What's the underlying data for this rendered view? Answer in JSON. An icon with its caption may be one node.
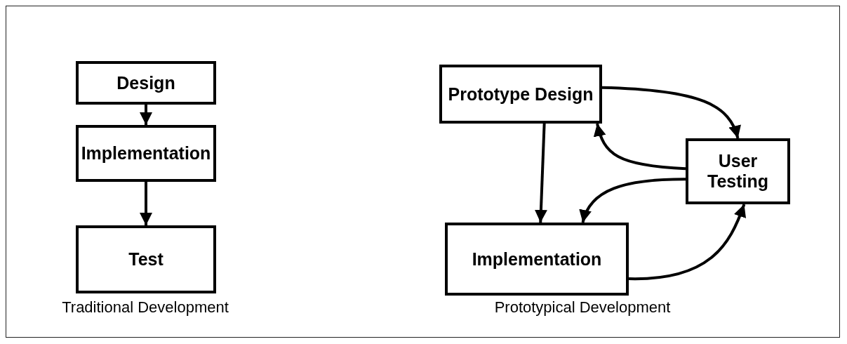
{
  "diagram": {
    "nodes": [
      {
        "text": [
          "Design"
        ]
      },
      {
        "text": [
          "Implementation"
        ]
      },
      {
        "text": [
          "Test"
        ]
      },
      {
        "text": [
          "Prototype Design"
        ]
      },
      {
        "text": [
          "User Testing"
        ]
      },
      {
        "text": [
          "Implementation"
        ]
      }
    ],
    "edges": [
      {
        "from": 0,
        "to": 1,
        "arrow": "to"
      },
      {
        "from": 1,
        "to": 2,
        "arrow": "to"
      },
      {
        "from": 3,
        "to": 4,
        "arrow": "to"
      },
      {
        "from": 4,
        "to": 3,
        "arrow": "to"
      },
      {
        "from": 4,
        "to": 5,
        "arrow": "to"
      },
      {
        "from": 3,
        "to": 5,
        "arrow": "to"
      },
      {
        "from": 5,
        "to": 4,
        "arrow": "to"
      }
    ],
    "labels": [
      "Traditional Development",
      "Prototypical Development"
    ]
  }
}
